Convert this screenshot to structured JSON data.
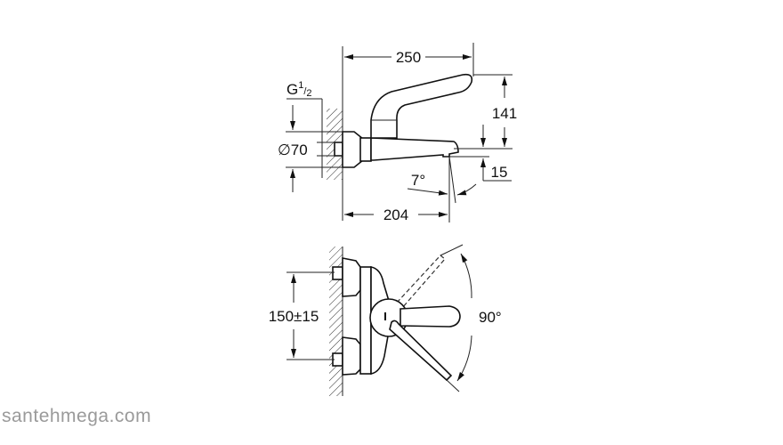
{
  "drawing": {
    "side_view": {
      "overall_length": "250",
      "height": "141",
      "spout_offset": "15",
      "spout_angle": "7°",
      "spout_reach": "204",
      "thread_base": "G",
      "thread_num": "1",
      "thread_den": "2",
      "escutcheon_diameter": "∅70"
    },
    "front_view": {
      "inlet_spacing": "150±15",
      "lever_rotation": "90°"
    }
  },
  "watermark": "santehmega.com",
  "colors": {
    "line": "#222222",
    "watermark": "#9a9a9a"
  }
}
